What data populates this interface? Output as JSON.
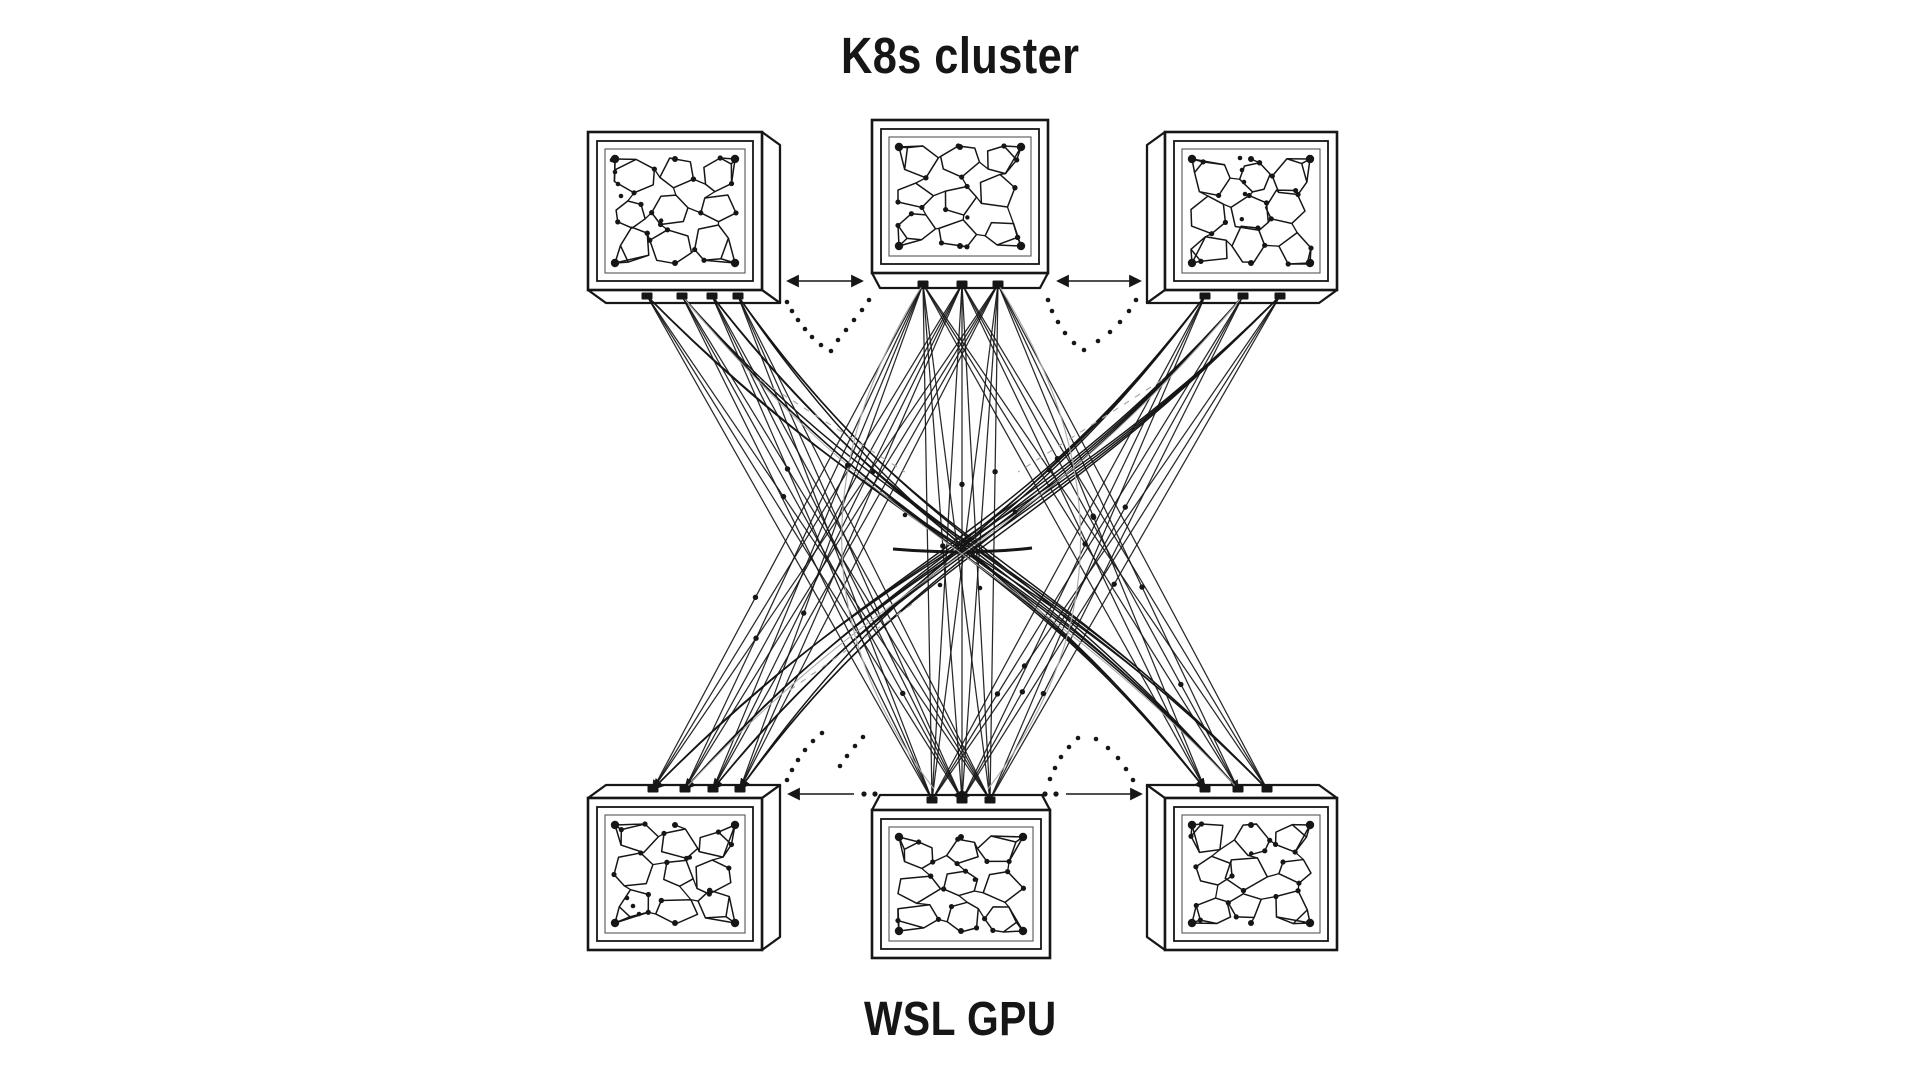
{
  "labels": {
    "top": "K8s cluster",
    "bottom": "WSL GPU"
  },
  "diagram": {
    "top_group_label": "K8s cluster",
    "bottom_group_label": "WSL GPU",
    "top_box_count": 3,
    "bottom_box_count": 3,
    "colors": {
      "ink": "#161616",
      "background": "#ffffff",
      "light_line": "#a9a9a9"
    }
  }
}
